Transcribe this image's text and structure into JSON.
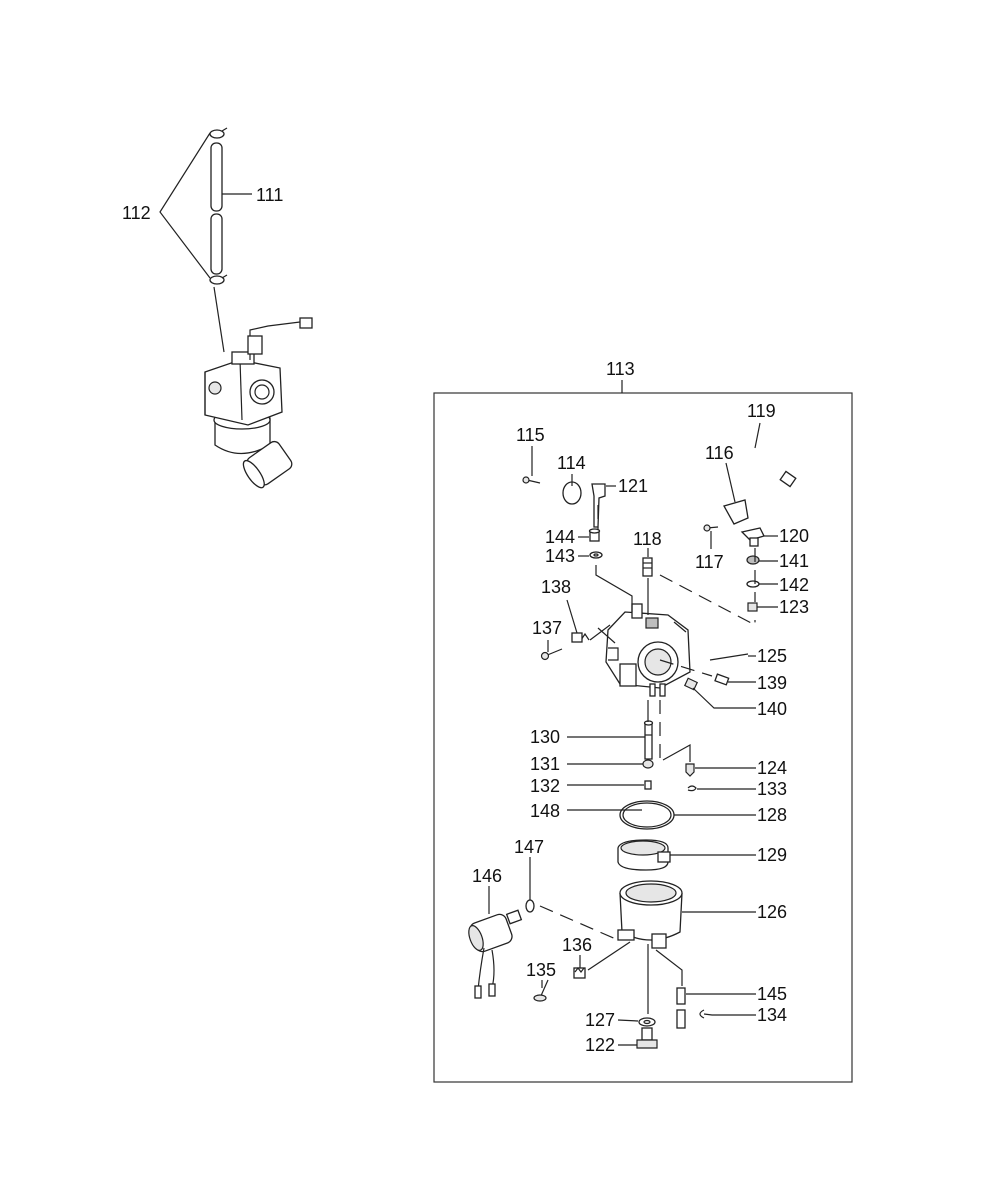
{
  "callouts": {
    "c111": "111",
    "c112": "112",
    "c113": "113",
    "c114": "114",
    "c115": "115",
    "c116": "116",
    "c117": "117",
    "c118": "118",
    "c119": "119",
    "c120": "120",
    "c121": "121",
    "c122": "122",
    "c123": "123",
    "c124": "124",
    "c125": "125",
    "c126": "126",
    "c127": "127",
    "c128": "128",
    "c129": "129",
    "c130": "130",
    "c131": "131",
    "c132": "132",
    "c133": "133",
    "c134": "134",
    "c135": "135",
    "c136": "136",
    "c137": "137",
    "c138": "138",
    "c139": "139",
    "c140": "140",
    "c141": "141",
    "c142": "142",
    "c143": "143",
    "c144": "144",
    "c145": "145",
    "c146": "146",
    "c147": "147",
    "c148": "148"
  }
}
